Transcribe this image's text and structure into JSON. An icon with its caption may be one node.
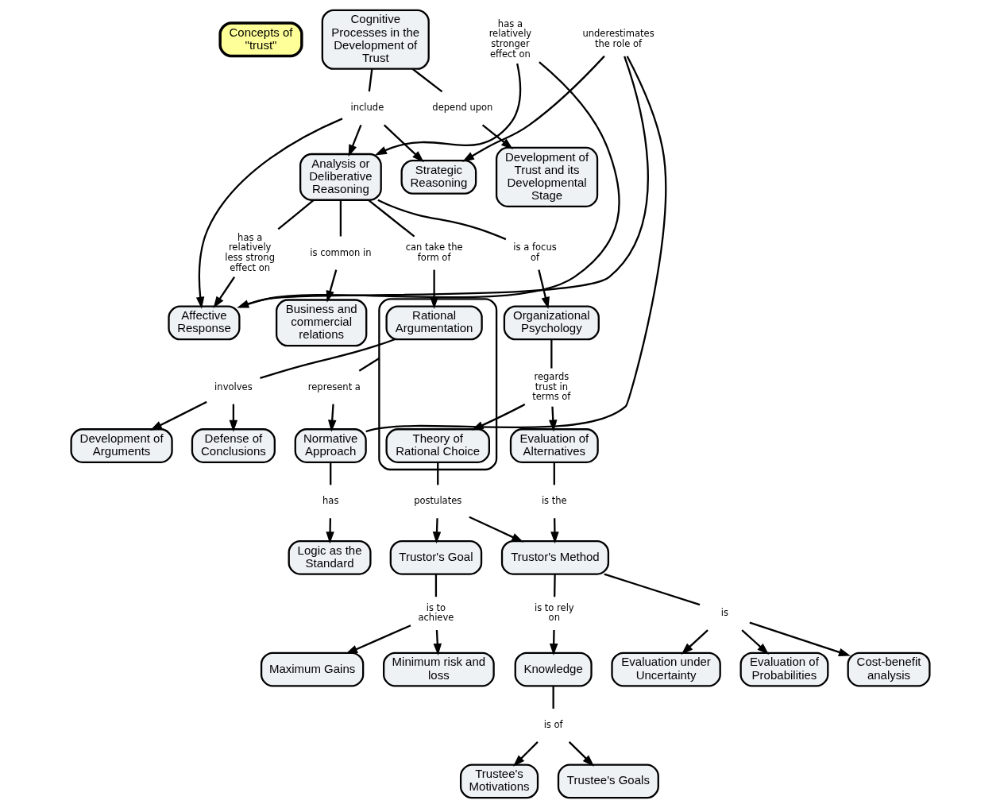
{
  "diagram": {
    "nodes": [
      {
        "text": [
          "Concepts of \"trust\""
        ]
      },
      {
        "text": [
          "Cognitive Processes in the Development of Trust"
        ]
      },
      {
        "text": [
          "depend upon"
        ]
      },
      {
        "text": [
          "Development of Trust and its Developmental Stage"
        ]
      },
      {
        "text": [
          "include"
        ]
      },
      {
        "text": [
          "Analysis or Deliberative Reasoning"
        ]
      },
      {
        "text": [
          "Affective Response"
        ]
      },
      {
        "text": [
          "Strategic Reasoning"
        ]
      },
      {
        "text": [
          "has a relatively stronger effect on"
        ]
      },
      {
        "text": [
          "has a relatively less strong effect on"
        ]
      },
      {
        "text": [
          "is common in"
        ]
      },
      {
        "text": [
          "is a focus of"
        ]
      },
      {
        "text": [
          "can take the form of"
        ]
      },
      {
        "text": [
          "Business and commercial relations"
        ]
      },
      {
        "text": [
          "Organizational Psychology"
        ]
      },
      {
        "text": [],
        "shape": "box"
      },
      {
        "text": [
          "Rational Argumentation"
        ],
        "in": 15
      },
      {
        "text": [
          "Theory of Rational Choice"
        ],
        "in": 15
      },
      {
        "text": [
          "regards trust in terms of"
        ]
      },
      {
        "text": [
          "involves"
        ]
      },
      {
        "text": [
          "Defense of Conclusions"
        ]
      },
      {
        "text": [
          "Development of Arguments"
        ]
      },
      {
        "text": [
          "underestimates the role of"
        ]
      },
      {
        "text": [
          "Evaluation of Alternatives"
        ]
      },
      {
        "text": [
          "postulates"
        ]
      },
      {
        "text": [
          "represent a"
        ]
      },
      {
        "text": [
          "is the"
        ]
      },
      {
        "text": [
          "Trustor's Method"
        ]
      },
      {
        "text": [
          "Trustor's Goal"
        ]
      },
      {
        "text": [
          "Normative Approach"
        ]
      },
      {
        "text": [
          "is"
        ]
      },
      {
        "text": [
          "is to rely on"
        ]
      },
      {
        "text": [
          "is to achieve"
        ]
      },
      {
        "text": [
          "has"
        ]
      },
      {
        "text": [
          "Evaluation under Uncertainty"
        ]
      },
      {
        "text": [
          "Evaluation of Probabilities"
        ]
      },
      {
        "text": [
          "Cost-benefit analysis"
        ]
      },
      {
        "text": [
          "Knowledge"
        ]
      },
      {
        "text": [
          "Maximum Gains"
        ]
      },
      {
        "text": [
          "Minimum risk and loss"
        ]
      },
      {
        "text": [
          "Logic as the Standard"
        ]
      },
      {
        "text": [
          "is of"
        ]
      },
      {
        "text": [
          "Trustee's Motivations"
        ]
      },
      {
        "text": [
          "Trustee's Goals"
        ]
      }
    ],
    "edges": [
      {
        "from": 1,
        "to": 2,
        "arrow": "none"
      },
      {
        "from": 2,
        "to": 3,
        "arrow": "to"
      },
      {
        "from": 1,
        "to": 4,
        "arrow": "none"
      },
      {
        "from": 4,
        "to": 5,
        "arrow": "to"
      },
      {
        "from": 4,
        "to": 6,
        "arrow": "to"
      },
      {
        "from": 4,
        "to": 7,
        "arrow": "to"
      },
      {
        "from": 6,
        "to": 8,
        "arrow": "none"
      },
      {
        "from": 8,
        "to": 5,
        "arrow": "to"
      },
      {
        "from": 5,
        "to": 9,
        "arrow": "none"
      },
      {
        "from": 9,
        "to": 6,
        "arrow": "to"
      },
      {
        "from": 5,
        "to": 10,
        "arrow": "none"
      },
      {
        "from": 10,
        "to": 13,
        "arrow": "to"
      },
      {
        "from": 5,
        "to": 11,
        "arrow": "none"
      },
      {
        "from": 11,
        "to": 14,
        "arrow": "to"
      },
      {
        "from": 5,
        "to": 12,
        "arrow": "none"
      },
      {
        "from": 12,
        "to": 16,
        "arrow": "to"
      },
      {
        "from": 14,
        "to": 18,
        "arrow": "none"
      },
      {
        "from": 18,
        "to": 17,
        "arrow": "to"
      },
      {
        "from": 18,
        "to": 23,
        "arrow": "to"
      },
      {
        "from": 16,
        "to": 19,
        "arrow": "none"
      },
      {
        "from": 19,
        "to": 20,
        "arrow": "to"
      },
      {
        "from": 19,
        "to": 21,
        "arrow": "to"
      },
      {
        "from": 29,
        "to": 22,
        "arrow": "none"
      },
      {
        "from": 22,
        "to": 6,
        "arrow": "to"
      },
      {
        "from": 22,
        "to": 7,
        "arrow": "to"
      },
      {
        "from": 17,
        "to": 24,
        "arrow": "none"
      },
      {
        "from": 24,
        "to": 27,
        "arrow": "to"
      },
      {
        "from": 24,
        "to": 28,
        "arrow": "to"
      },
      {
        "from": 15,
        "to": 25,
        "arrow": "none"
      },
      {
        "from": 25,
        "to": 29,
        "arrow": "to"
      },
      {
        "from": 23,
        "to": 26,
        "arrow": "none"
      },
      {
        "from": 26,
        "to": 27,
        "arrow": "to"
      },
      {
        "from": 27,
        "to": 30,
        "arrow": "none"
      },
      {
        "from": 30,
        "to": 34,
        "arrow": "to"
      },
      {
        "from": 30,
        "to": 35,
        "arrow": "to"
      },
      {
        "from": 30,
        "to": 36,
        "arrow": "to"
      },
      {
        "from": 27,
        "to": 31,
        "arrow": "none"
      },
      {
        "from": 31,
        "to": 37,
        "arrow": "to"
      },
      {
        "from": 28,
        "to": 32,
        "arrow": "none"
      },
      {
        "from": 32,
        "to": 38,
        "arrow": "to"
      },
      {
        "from": 32,
        "to": 39,
        "arrow": "to"
      },
      {
        "from": 29,
        "to": 33,
        "arrow": "none"
      },
      {
        "from": 33,
        "to": 40,
        "arrow": "to"
      },
      {
        "from": 37,
        "to": 41,
        "arrow": "none"
      },
      {
        "from": 41,
        "to": 42,
        "arrow": "to"
      },
      {
        "from": 41,
        "to": 43,
        "arrow": "to"
      }
    ]
  }
}
